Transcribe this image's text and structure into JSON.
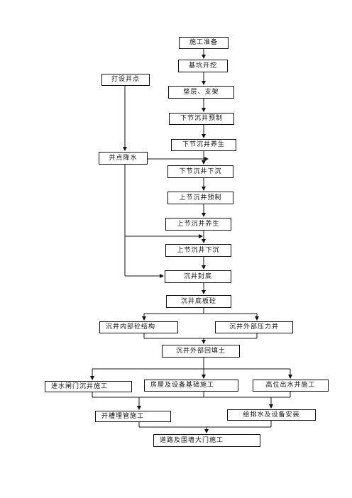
{
  "nodes": {
    "prep": "施工准备",
    "excavate": "基坑开挖",
    "well_points": "打设井点",
    "cushion": "垫层、支架",
    "lower_prefab": "下节沉井预制",
    "lower_cure": "下节沉井养生",
    "dewater": "井点降水",
    "lower_sink": "下节沉井下沉",
    "upper_prefab": "上节沉井预制",
    "upper_cure": "上节沉井养生",
    "upper_sink": "上节沉井下沉",
    "seal": "沉井封底",
    "bottom_slab": "沉井底板砼",
    "inner_structure": "沉井内部砼结构",
    "outer_grouting": "沉井外部压力井",
    "backfill": "沉井外部回填土",
    "inlet_gate": "进水闸门沉井施工",
    "building_foundation": "房屋及设备基础施工",
    "high_outlet": "高位出水井施工",
    "trench_pipe": "开槽埋管施工",
    "plumbing": "给排水及设备安装",
    "road_wall": "道路及围墙大门施工"
  }
}
